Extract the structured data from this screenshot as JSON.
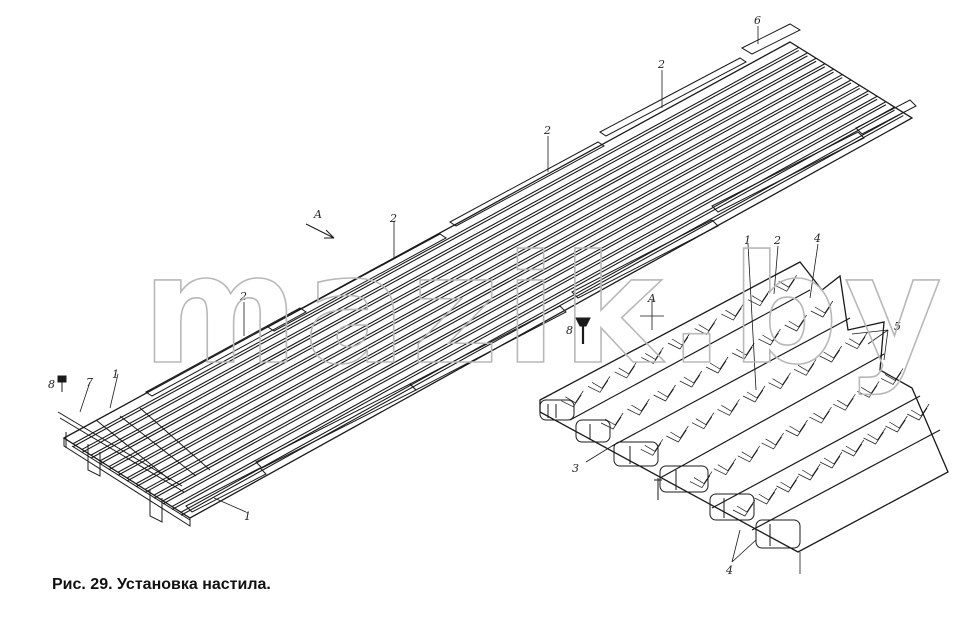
{
  "caption": "Рис. 29. Установка настила.",
  "watermark": "mazik.by",
  "callouts": {
    "c6": "6",
    "c2a": "2",
    "c2b": "2",
    "c2c": "2",
    "c2d": "2",
    "cA": "A",
    "c8a": "8",
    "c7": "7",
    "c1a": "1",
    "c1b": "1",
    "c8b": "8",
    "cAv": "A",
    "c1c": "1",
    "c2e": "2",
    "c4a": "4",
    "c5": "5",
    "c3": "3",
    "c4b": "4"
  },
  "colors": {
    "line": "#1a1a1a",
    "watermark": "#b8b8b8",
    "text": "#111111"
  }
}
